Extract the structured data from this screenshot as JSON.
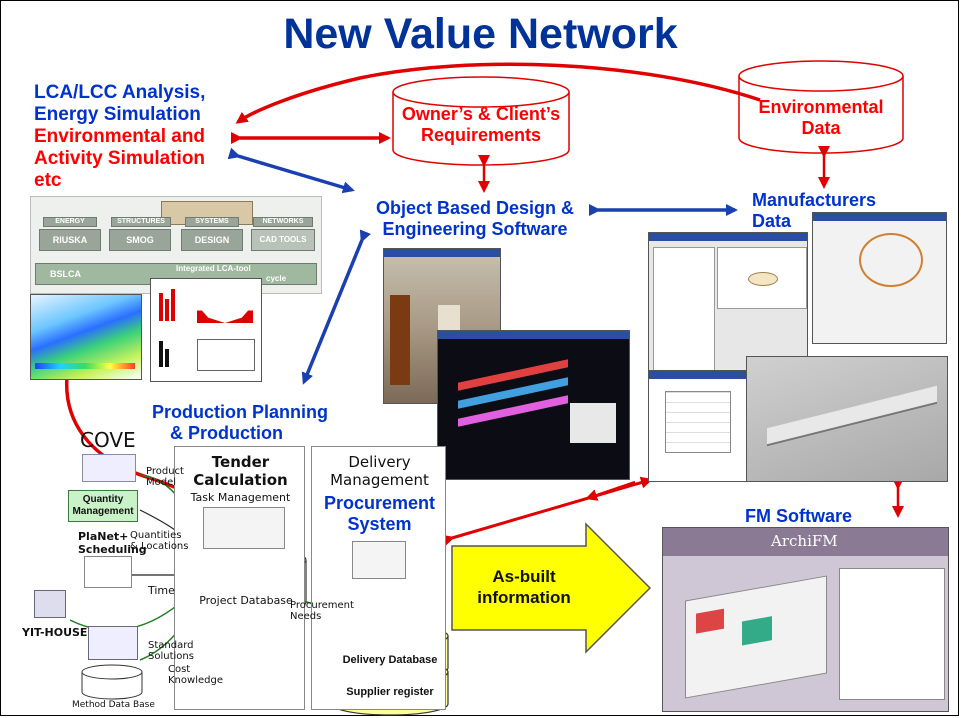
{
  "title": "New Value Network",
  "lca": {
    "line1": "LCA/LCC Analysis,",
    "line2": "Energy Simulation",
    "line3": "Environmental and",
    "line4": "Activity Simulation",
    "line5": "etc"
  },
  "owner": {
    "line1": "Owner’s & Client’s",
    "line2": "Requirements"
  },
  "env_data": {
    "line1": "Environmental",
    "line2": "Data"
  },
  "object_design": {
    "line1": "Object Based Design &",
    "line2": "Engineering Software"
  },
  "manufacturers": {
    "line1": "Manufacturers",
    "line2": "Data"
  },
  "production": {
    "line1": "Production Planning",
    "line2": "& Production"
  },
  "fm_software": "FM Software",
  "as_built": {
    "line1": "As-built",
    "line2": "information"
  },
  "procurement": {
    "line1": "Procurement",
    "line2": "System"
  },
  "tender": {
    "line1": "Tender",
    "line2": "Calculation",
    "task": "Task Management"
  },
  "delivery": {
    "line1": "Delivery",
    "line2": "Management"
  },
  "cove": "COVE",
  "quantity_mgmt": {
    "line1": "Quantity",
    "line2": "Management"
  },
  "planet": {
    "line1": "PlaNet+",
    "line2": "Scheduling"
  },
  "yit_house": "YIT-HOUSE",
  "method_db": "Method Data Base",
  "project_db": "Project Database",
  "delivery_db": "Delivery Database",
  "supplier_reg": "Supplier register",
  "annot": {
    "product_model_1": "Product",
    "product_model_2": "Model",
    "quantities_1": "Quantities",
    "quantities_2": "& Locations",
    "time": "Time",
    "standard_1": "Standard",
    "standard_2": "Solutions",
    "cost_1": "Cost",
    "cost_2": "Knowledge",
    "proc_needs_1": "Procurement",
    "proc_needs_2": "Needs"
  },
  "lca_tool": {
    "energy": "ENERGY",
    "structures": "STRUCTURES",
    "systems": "SYSTEMS",
    "networks": "NETWORKS",
    "riuska": "RIUSKA",
    "smog": "SMOG",
    "design": "DESIGN",
    "cad_tools": "CAD TOOLS",
    "bslca": "BSLCA",
    "integrated": "Integrated LCA-tool",
    "cycle": "cycle"
  },
  "archifm": "ArchiFM",
  "colors": {
    "title_blue": "#003399",
    "label_blue": "#0033cc",
    "red": "#ff0000",
    "arrow_blue": "#1a3fb0",
    "arrow_red": "#e00000",
    "yellow": "#ffff00",
    "cylinder_yellow": "#ffff99"
  }
}
